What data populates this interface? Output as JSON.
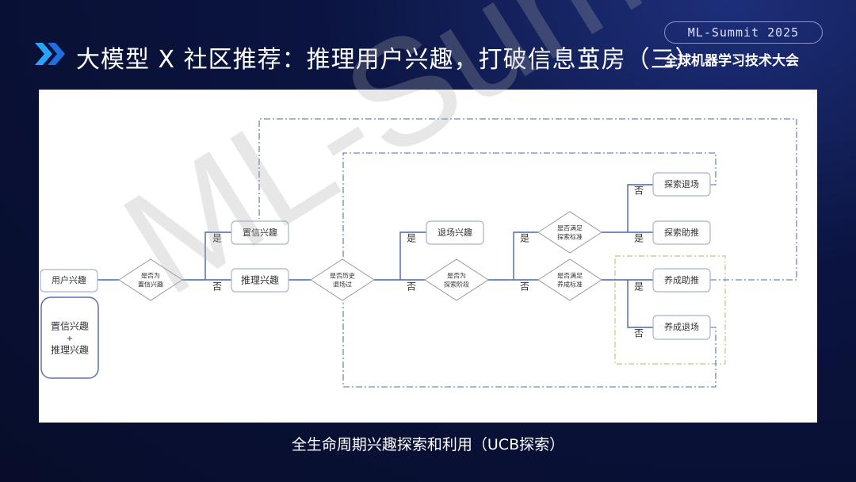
{
  "header": {
    "title": "大模型 X 社区推荐：推理用户兴趣，打破信息茧房（三）",
    "badge": "ML-Summit 2025",
    "conference": "全球机器学习技术大会",
    "icon": "double-chevron-right-icon"
  },
  "diagram": {
    "nodes": {
      "user_interest": "用户兴趣",
      "legend_top": "置信兴趣",
      "legend_plus": "+",
      "legend_bottom": "推理兴趣",
      "is_confident_1": "是否为",
      "is_confident_2": "置信兴趣",
      "confident_interest": "置信兴趣",
      "inferred_interest": "推理兴趣",
      "history_exit_1": "是否历史",
      "history_exit_2": "退场过",
      "exited_interest": "退场兴趣",
      "explore_stage_1": "是否为",
      "explore_stage_2": "探索阶段",
      "explore_std_1": "是否满足",
      "explore_std_2": "探索标准",
      "nurture_std_1": "是否满足",
      "nurture_std_2": "养成标准",
      "explore_exit": "探索退场",
      "explore_boost": "探索助推",
      "nurture_boost": "养成助推",
      "nurture_exit": "养成退场"
    },
    "yes": "是",
    "no": "否"
  },
  "caption": "全生命周期兴趣探索和利用（UCB探索）",
  "watermark": "ML-Summit",
  "colors": {
    "background": "#0b1440",
    "line": "#4a66a8",
    "dash_loop": "#6d86bd",
    "green_box": "#b8cc7a"
  }
}
